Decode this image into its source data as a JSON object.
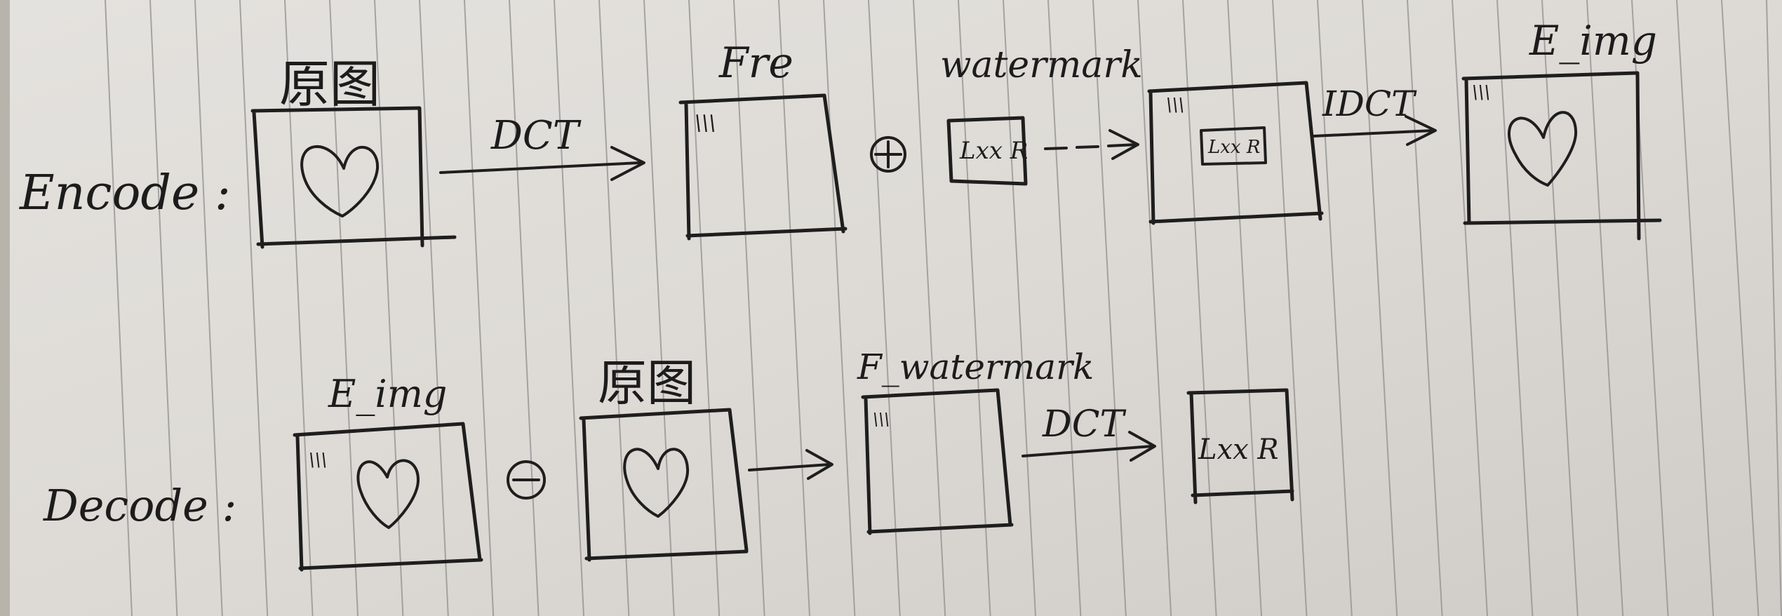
{
  "encode": {
    "row_label": "Encode :",
    "original_label": "原图",
    "dct_label": "DCT",
    "freq_label": "Fre",
    "freq_inner_mark": "\\\\\\",
    "plus_symbol": "⊕",
    "watermark_label": "watermark",
    "watermark_glyph": "Lxx R",
    "combined_inner_mark": "\\\\\\",
    "combined_watermark_glyph": "Lxx R",
    "idct_label": "IDCT",
    "output_label": "E_img",
    "output_inner_mark": "\\\\\\"
  },
  "decode": {
    "row_label": "Decode :",
    "encoded_label": "E_img",
    "encoded_inner_mark": "\\\\\\",
    "minus_symbol": "⊖",
    "original_label": "原图",
    "f_watermark_label": "F_watermark",
    "f_watermark_inner_mark": "\\\\\\",
    "dct_label": "DCT",
    "result_glyph": "Lxx R"
  }
}
